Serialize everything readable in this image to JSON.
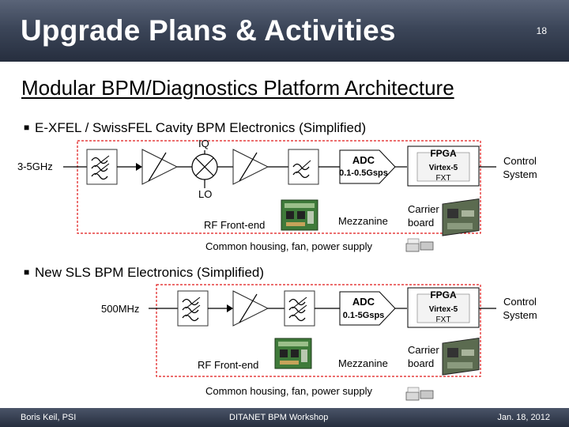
{
  "header": {
    "title": "Upgrade Plans & Activities",
    "slide_number": "18"
  },
  "subtitle": "Modular BPM/Diagnostics Platform Architecture",
  "section1": {
    "bullet": "E-XFEL / SwissFEL Cavity BPM Electronics (Simplified)",
    "input_label": "3-5GHz",
    "iq_label": "IQ",
    "lo_label": "LO",
    "adc_label": "ADC",
    "adc_rate": "0.1-0.5Gsps",
    "fpga_label": "FPGA",
    "fpga_chip_line1": "Virtex-5",
    "fpga_chip_line2": "FXT",
    "control_line1": "Control",
    "control_line2": "System",
    "rf_frontend_label": "RF Front-end",
    "mezzanine_label": "Mezzanine",
    "carrier_line1": "Carrier",
    "carrier_line2": "board",
    "housing_label": "Common housing, fan, power supply"
  },
  "section2": {
    "bullet": "New SLS BPM Electronics (Simplified)",
    "input_label": "500MHz",
    "adc_label": "ADC",
    "adc_rate": "0.1-5Gsps",
    "fpga_label": "FPGA",
    "fpga_chip_line1": "Virtex-5",
    "fpga_chip_line2": "FXT",
    "control_line1": "Control",
    "control_line2": "System",
    "rf_frontend_label": "RF Front-end",
    "mezzanine_label": "Mezzanine",
    "carrier_line1": "Carrier",
    "carrier_line2": "board",
    "housing_label": "Common housing, fan, power supply"
  },
  "footer": {
    "author": "Boris Keil, PSI",
    "event": "DITANET BPM Workshop",
    "date": "Jan. 18, 2012"
  },
  "colors": {
    "header_bg": "#3c4659",
    "housing_border": "#e01818",
    "pcb_green": "#3f7a3a"
  }
}
